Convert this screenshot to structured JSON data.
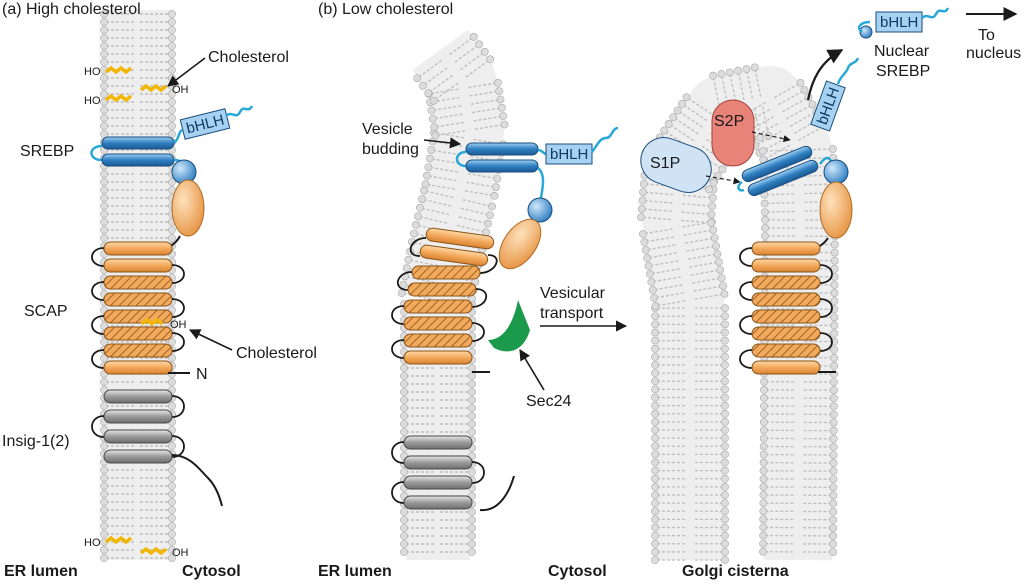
{
  "panels": {
    "a": {
      "title": "(a) High cholesterol"
    },
    "b": {
      "title": "(b) Low cholesterol"
    }
  },
  "labels": {
    "cholesterol_top": "Cholesterol",
    "cholesterol_mid": "Cholesterol",
    "srebp": "SREBP",
    "scap": "SCAP",
    "insig": "Insig-1(2)",
    "n_term": "N",
    "vesicle_budding_1": "Vesicle",
    "vesicle_budding_2": "budding",
    "vesicular_transport_1": "Vesicular",
    "vesicular_transport_2": "transport",
    "sec24": "Sec24",
    "s1p": "S1P",
    "s2p": "S2P",
    "nuclear_srebp_1": "Nuclear",
    "nuclear_srebp_2": "SREBP",
    "to_nucleus_1": "To",
    "to_nucleus_2": "nucleus",
    "bhlh": "bHLH",
    "ho": "HO",
    "oh": "OH"
  },
  "footer": {
    "er_lumen_a": "ER lumen",
    "cytosol_a": "Cytosol",
    "er_lumen_b": "ER lumen",
    "cytosol_b": "Cytosol",
    "golgi": "Golgi cisterna"
  },
  "colors": {
    "lipid_head": "#dcdcdc",
    "lipid_tail": "#bdbdbd",
    "srebp_blue": "#2f7fc1",
    "srebp_light": "#8ec3ea",
    "scap_orange": "#f3a95c",
    "insig_gray": "#9a9a9a",
    "s1p_blue": "#cfe3f5",
    "s2p_red": "#e8837a",
    "sec24_green": "#1a9a4a",
    "cholesterol": "#f2b705",
    "linker_cyan": "#29a8d8"
  }
}
